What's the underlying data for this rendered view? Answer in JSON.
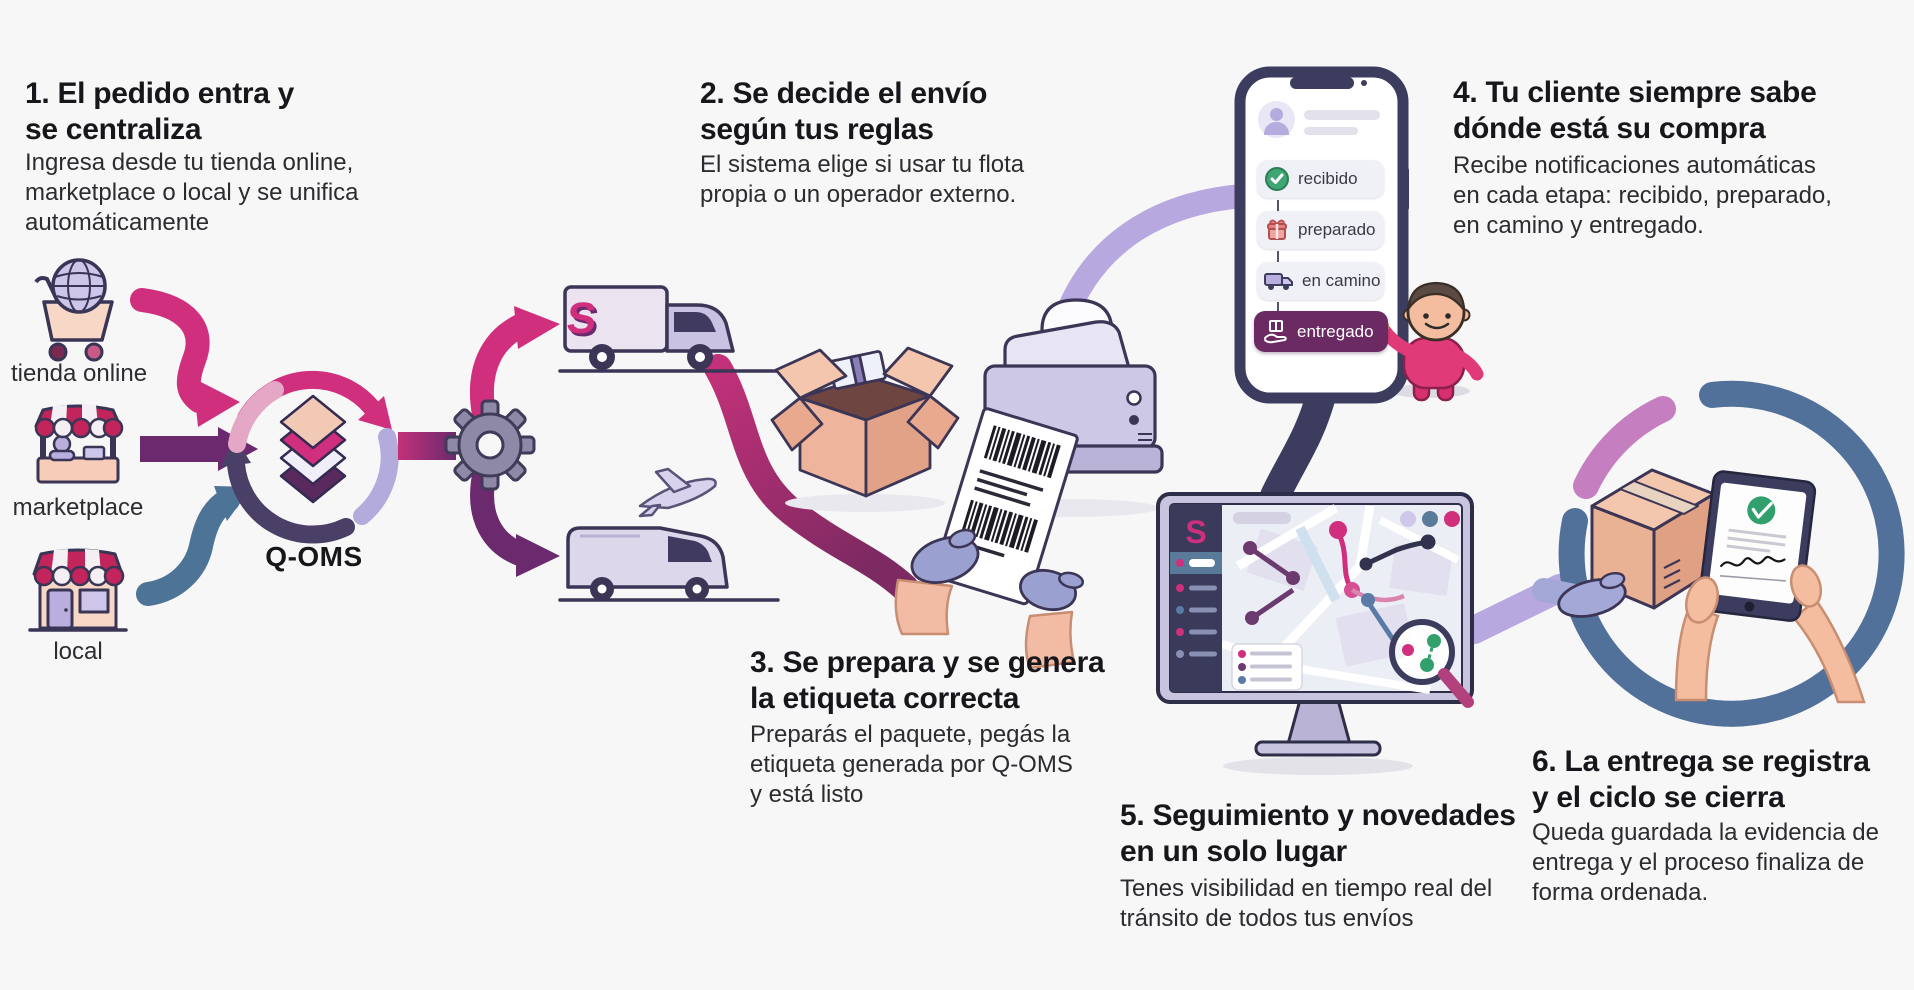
{
  "brand": {
    "name": "Q-OMS",
    "logo_letter": "S"
  },
  "hub": {
    "label": "Q-OMS",
    "icon": "layer-stack-cycle-icon"
  },
  "sources": [
    {
      "label": "tienda online",
      "icon": "cart-globe-icon"
    },
    {
      "label": "marketplace",
      "icon": "market-stall-icon"
    },
    {
      "label": "local",
      "icon": "storefront-icon"
    }
  ],
  "steps": [
    {
      "title_lines": [
        "1. El pedido entra y",
        "se centraliza"
      ],
      "body_lines": [
        "Ingresa desde tu tienda online,",
        "marketplace o local y se unifica",
        "automáticamente"
      ]
    },
    {
      "title_lines": [
        "2.  Se decide el envío",
        "según tus reglas"
      ],
      "body_lines": [
        "El sistema elige si usar tu flota",
        "propia o un operador externo."
      ]
    },
    {
      "title_lines": [
        "3. Se prepara y se genera",
        "la etiqueta correcta"
      ],
      "body_lines": [
        "Preparás el paquete, pegás la",
        "etiqueta generada por Q-OMS",
        "y está listo"
      ]
    },
    {
      "title_lines": [
        "4. Tu cliente siempre sabe",
        "dónde está su compra"
      ],
      "body_lines": [
        "Recibe notificaciones automáticas",
        "en cada etapa: recibido, preparado,",
        "en camino y entregado."
      ]
    },
    {
      "title_lines": [
        "5. Seguimiento y novedades",
        "en un solo lugar"
      ],
      "body_lines": [
        "Tenes visibilidad en tiempo real del",
        "tránsito de todos tus envíos"
      ]
    },
    {
      "title_lines": [
        "6. La entrega se registra",
        "y el ciclo se cierra"
      ],
      "body_lines": [
        "Queda guardada la evidencia de",
        "entrega y el proceso finaliza de",
        "forma ordenada."
      ]
    }
  ],
  "phone": {
    "statuses": [
      {
        "label": "recibido",
        "icon": "check-circle-icon"
      },
      {
        "label": "preparado",
        "icon": "gift-icon"
      },
      {
        "label": "en camino",
        "icon": "delivery-truck-icon"
      },
      {
        "label": "entregado",
        "icon": "hand-box-icon"
      }
    ]
  },
  "illustrations": {
    "step2": [
      "branded-truck-icon",
      "airplane-icon",
      "van-icon",
      "gear-icon"
    ],
    "step3": [
      "open-box-icon",
      "label-printer-icon",
      "barcode-label-icon",
      "gloved-hands-icon"
    ],
    "step5": [
      "monitor-map-icon",
      "magnifier-icon"
    ],
    "step6": [
      "delivery-ring-icon",
      "cardboard-box-icon",
      "signature-tablet-icon"
    ]
  },
  "colors": {
    "background": "#f7f7f8",
    "pink": "#d02f7e",
    "magenta_ribbon": "#a82c6e",
    "purple": "#6b2a6e",
    "blue_gray": "#4d7396",
    "lavender": "#b7a8e0",
    "navy": "#3c3c5e",
    "peach": "#f2bca4",
    "green": "#31a06d",
    "entregado_pill": "#6b2a62"
  }
}
